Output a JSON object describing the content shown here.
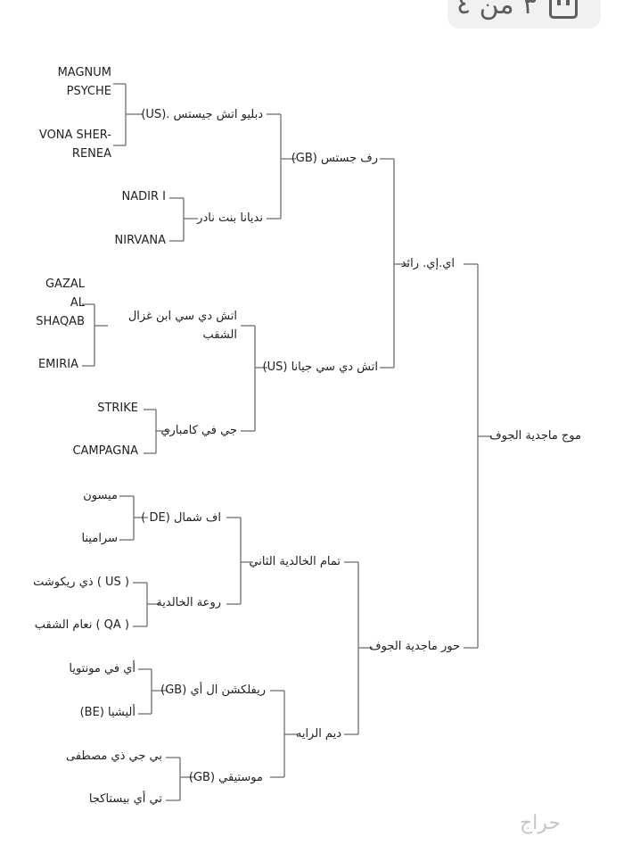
{
  "page_indicator": {
    "text": "٣ من ٤",
    "icon": "document-icon"
  },
  "watermark": "حراج",
  "pedigree": {
    "line_color": "#6e6e6e",
    "subject": "موج ماجدية الجوف",
    "sire": "اي.إي. رائد",
    "dam": "حور ماجدية الجوف",
    "sire_sire": "رف جستس (GB)",
    "sire_dam": "اتش دي سي جيانا (US)",
    "dam_sire": "تمام الخالدية الثاني",
    "dam_dam": "ديم الرايه",
    "gen3": {
      "ss_s": "دبليو اتش جيستس .(US)",
      "ss_d": "نديانا بنت نادر",
      "sd_s_line1": "اتش دي سي ابن غزال",
      "sd_s_line2": "الشقب",
      "sd_d": "جي في كامباري",
      "ds_s": "اف شمال (DE )",
      "ds_d": "روعة الخالدية",
      "dd_s": "ريفلكشن ال أي (GB)",
      "dd_d": "موستيقي (GB)"
    },
    "gen4": {
      "g1_line1": "MAGNUM",
      "g1_line2": "PSYCHE",
      "g2_line1": "VONA SHER-",
      "g2_line2": "RENEA",
      "g3": "NADIR I",
      "g4": "NIRVANA",
      "g5_line1": "GAZAL",
      "g5_line2": "AL",
      "g5_line3": "SHAQAB",
      "g6": "EMIRIA",
      "g7": "STRIKE",
      "g8": "CAMPAGNA",
      "g9": "ميسون",
      "g10": "سرامينا",
      "g11": "ذي ريكوشت ( US )",
      "g12": "نعام الشقب ( QA )",
      "g13": "أي في مونتويا",
      "g14": "أليشيا (BE)",
      "g15": "بي جي ذي مصطفى",
      "g16": "تي أي بيستاكجا"
    }
  }
}
